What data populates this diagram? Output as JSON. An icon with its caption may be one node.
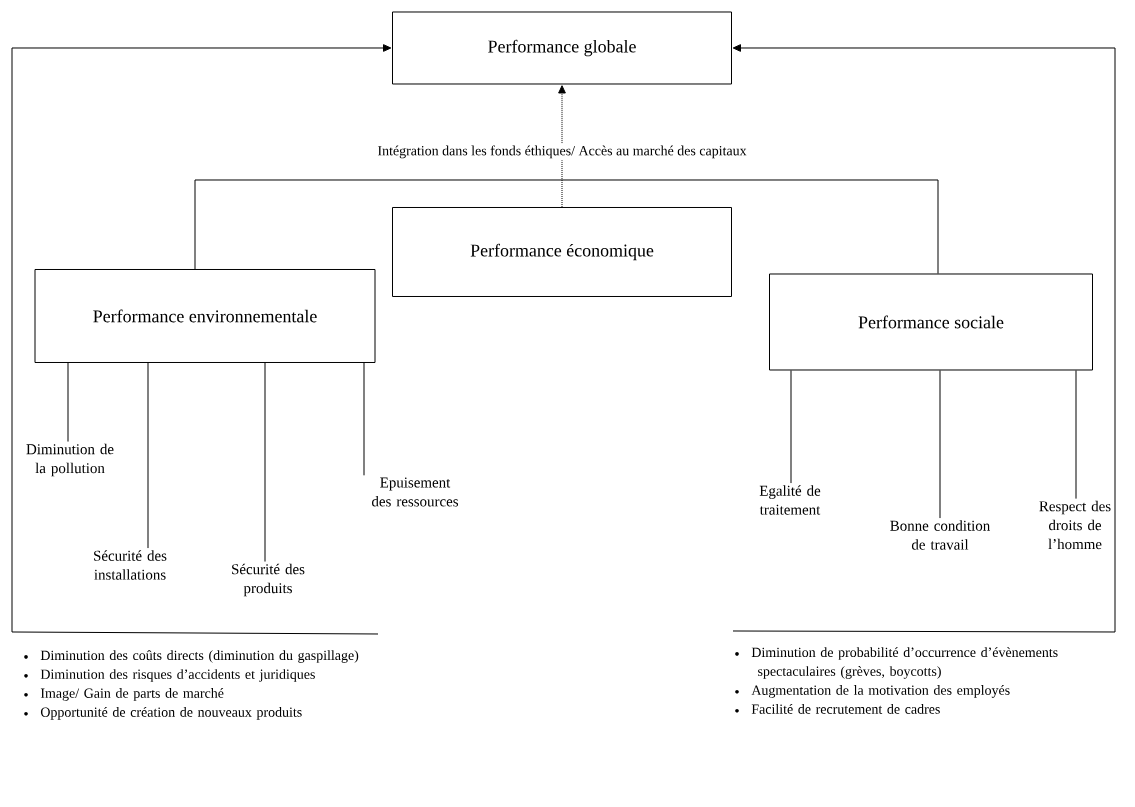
{
  "diagram": {
    "nodes": [
      {
        "text": [
          "Performance globale"
        ]
      },
      {
        "text": [
          "Performance économique"
        ]
      },
      {
        "text": [
          "Performance environnementale"
        ]
      },
      {
        "text": [
          "Performance sociale"
        ]
      },
      {
        "text": [
          "Diminution de la pollution"
        ]
      },
      {
        "text": [
          "Sécurité des installations"
        ]
      },
      {
        "text": [
          "Sécurité des produits"
        ]
      },
      {
        "text": [
          "Epuisement des ressources"
        ]
      },
      {
        "text": [
          "Egalité de traitement"
        ]
      },
      {
        "text": [
          "Bonne condition de travail"
        ]
      },
      {
        "text": [
          "Respect des droits de l’homme"
        ]
      },
      {
        "text": [
          "Diminution des coûts directs (diminution du gaspillage)",
          "Diminution des risques d’accidents et juridiques",
          "Image/ Gain de parts de marché",
          "Opportunité de création de nouveaux produits"
        ]
      },
      {
        "text": [
          "Diminution de probabilité d’occurrence d’évènements spectaculaires (grèves, boycotts)",
          "Augmentation de la motivation des employés",
          "Facilité de recrutement de cadres"
        ]
      }
    ],
    "edges": [
      {
        "from": 1,
        "to": 0,
        "arrow": "to",
        "style": "dashed",
        "label": "Intégration dans les fonds éthiques/ Accès au marché des capitaux"
      },
      {
        "from": 2,
        "to": 3,
        "arrow": "none"
      },
      {
        "from": 2,
        "to": 4,
        "arrow": "none"
      },
      {
        "from": 2,
        "to": 5,
        "arrow": "none"
      },
      {
        "from": 2,
        "to": 6,
        "arrow": "none"
      },
      {
        "from": 2,
        "to": 7,
        "arrow": "none"
      },
      {
        "from": 3,
        "to": 8,
        "arrow": "none"
      },
      {
        "from": 3,
        "to": 9,
        "arrow": "none"
      },
      {
        "from": 3,
        "to": 10,
        "arrow": "none"
      },
      {
        "from": 11,
        "to": 0,
        "arrow": "to"
      },
      {
        "from": 12,
        "to": 0,
        "arrow": "to"
      }
    ]
  }
}
